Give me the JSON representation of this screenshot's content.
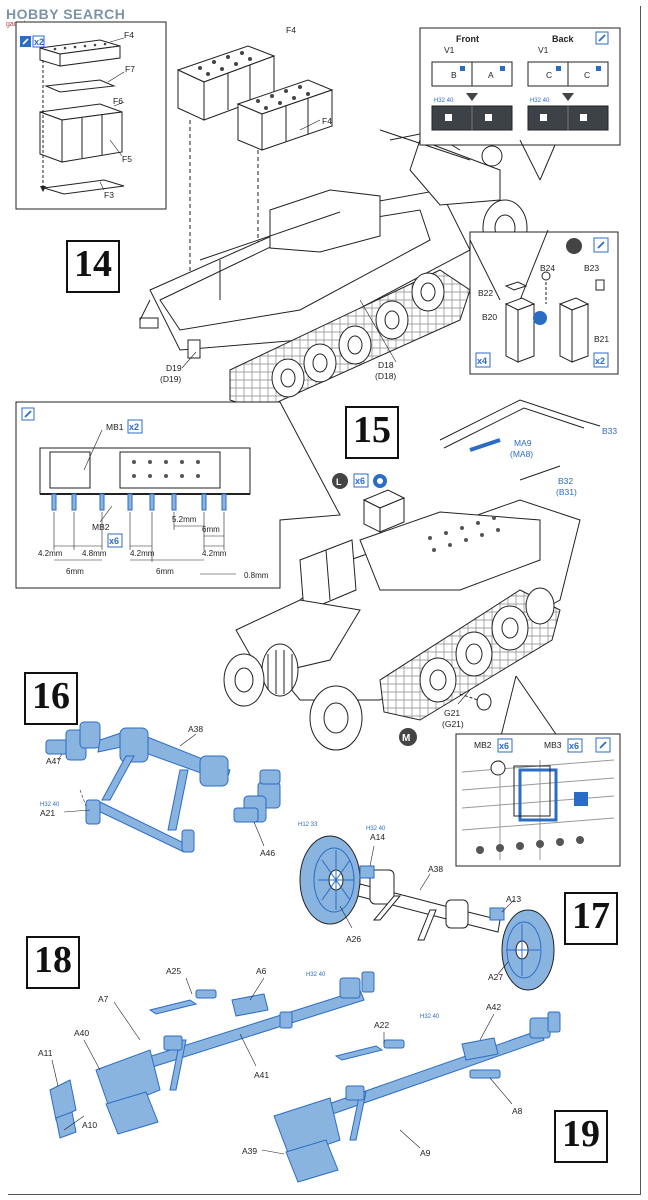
{
  "watermark": {
    "brand": "HOBBY SEARCH",
    "site": "gao-shou.cn"
  },
  "steps": [
    "14",
    "15",
    "16",
    "17",
    "18",
    "19"
  ],
  "callout_14": {
    "parts": [
      "F4",
      "F7",
      "F6",
      "F5",
      "F3"
    ],
    "multiplier": "x2",
    "main_parts": [
      "F4",
      "F4",
      "D19",
      "(D19)",
      "D18",
      "(D18)"
    ]
  },
  "callout_front_back": {
    "front_label": "Front",
    "back_label": "Back",
    "front_part": "V1",
    "back_part": "V1",
    "front_letters": [
      "B",
      "A"
    ],
    "back_letters": [
      "C",
      "C"
    ],
    "paint_code_left": "H32 40",
    "paint_code_right": "H32 40"
  },
  "callout_b": {
    "parts": [
      "B24",
      "B23",
      "B22",
      "B20",
      "B21"
    ],
    "left_multiplier": "x4",
    "right_multiplier": "x2"
  },
  "step15": {
    "parts": [
      "B33",
      "MA9",
      "(MA8)",
      "B32",
      "(B31)",
      "G21",
      "(G21)"
    ],
    "multiplier": "x6"
  },
  "callout_mb": {
    "parts": [
      "MB1",
      "MB2"
    ],
    "mb1_multiplier": "x2",
    "mb2_multiplier": "x6",
    "dims": [
      "4.2mm",
      "4.8mm",
      "4.2mm",
      "5.2mm",
      "6mm",
      "4.2mm",
      "6mm",
      "6mm",
      "0.8mm"
    ]
  },
  "callout_17": {
    "parts": [
      "MB2",
      "MB3"
    ],
    "mb2_multiplier": "x6",
    "mb3_multiplier": "x6"
  },
  "step16": {
    "parts": [
      "A38",
      "A47",
      "A21",
      "A46"
    ],
    "paint_code": "H32 40"
  },
  "step17": {
    "parts": [
      "A14",
      "A38",
      "A13",
      "A26",
      "A27"
    ],
    "paint_codes": [
      "H12 33",
      "H32 40"
    ]
  },
  "step18": {
    "parts": [
      "A25",
      "A6",
      "A7",
      "A40",
      "A11",
      "A41",
      "A10"
    ],
    "paint_code": "H32 40"
  },
  "step19": {
    "parts": [
      "A22",
      "A42",
      "A8",
      "A9",
      "A39"
    ],
    "paint_code": "H32 40"
  },
  "icons": [
    "glue-icon",
    "left-hand-icon",
    "magnet-icon",
    "paint-icon"
  ],
  "colors": {
    "part_blue": "#8ab4e0",
    "badge_blue": "#2b6cc4",
    "line": "#222222"
  }
}
